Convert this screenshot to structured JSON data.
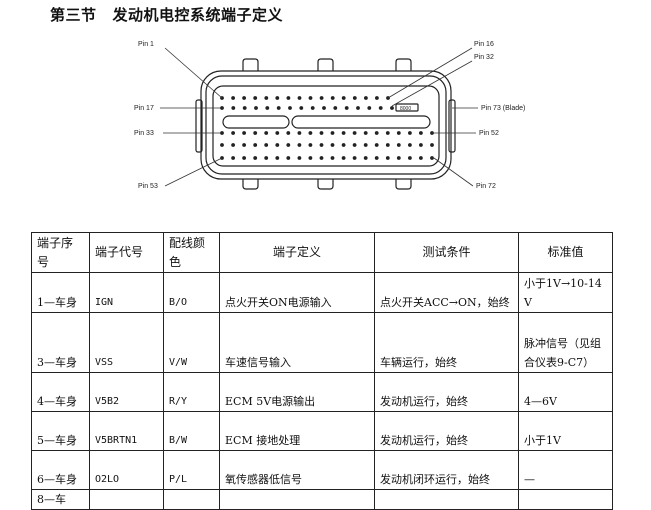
{
  "page": {
    "section_number": "第三节",
    "section_title": "发动机电控系统端子定义"
  },
  "connector": {
    "pin_labels": {
      "pin1": "Pin 1",
      "pin16": "Pin 16",
      "pin32": "Pin 32",
      "pin17": "Pin 17",
      "pin73": "Pin 73 (Blade)",
      "pin33": "Pin 33",
      "pin52": "Pin 52",
      "pin53": "Pin 53",
      "pin72": "Pin 72"
    },
    "blade_label": "8000"
  },
  "table": {
    "headers": [
      "端子序号",
      "端子代号",
      "配线颜色",
      "端子定义",
      "测试条件",
      "标准值"
    ],
    "rows": [
      {
        "pin": "1—车身",
        "code": "IGN",
        "color": "B/O",
        "definition": "点火开关ON电源输入",
        "condition": "点火开关ACC→ON，始终",
        "value": "小于1V→10-14V"
      },
      {
        "pin": "3—车身",
        "code": "VSS",
        "color": "V/W",
        "definition": "车速信号输入",
        "condition": "车辆运行，始终",
        "value": "脉冲信号（见组合仪表9-C7）"
      },
      {
        "pin": "4—车身",
        "code": "V5B2",
        "color": "R/Y",
        "definition": "ECM 5V电源输出",
        "condition": "发动机运行，始终",
        "value": "4—6V"
      },
      {
        "pin": "5—车身",
        "code": "V5BRTN1",
        "color": "B/W",
        "definition": "ECM 接地处理",
        "condition": "发动机运行，始终",
        "value": "小于1V"
      },
      {
        "pin": "6—车身",
        "code": "O2LO",
        "color": "P/L",
        "definition": "氧传感器低信号",
        "condition": "发动机闭环运行，始终",
        "value": "—"
      },
      {
        "pin": "8—车",
        "code": "",
        "color": "",
        "definition": "",
        "condition": "",
        "value": ""
      }
    ]
  }
}
